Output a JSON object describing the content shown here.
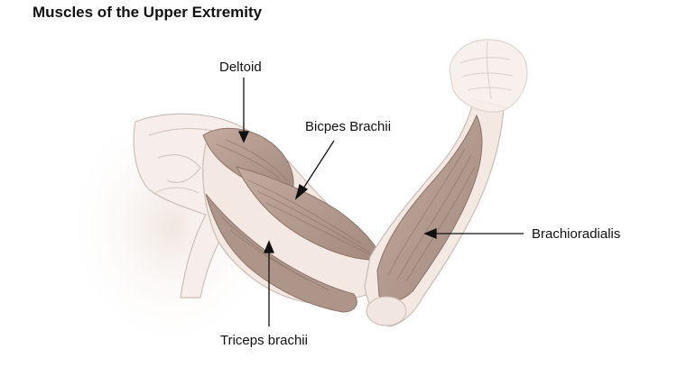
{
  "title": "Muscles of the Upper Extremity",
  "labels": {
    "deltoid": "Deltoid",
    "biceps": "Bicpes Brachii",
    "brachioradialis": "Brachioradialis",
    "triceps": "Triceps brachii"
  },
  "colors": {
    "muscle": "#b39b8f",
    "muscle_dark": "#8e7468",
    "skin": "#f4ece7",
    "outline": "#c9bcb4",
    "arrow": "#111111"
  }
}
